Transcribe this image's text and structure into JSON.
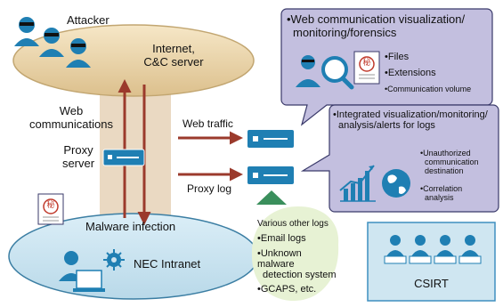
{
  "attacker": {
    "label": "Attacker"
  },
  "internet": {
    "label_line1": "Internet,",
    "label_line2": "C&C server"
  },
  "web_communications": {
    "line1": "Web",
    "line2": "communications"
  },
  "proxy_server": {
    "line1": "Proxy",
    "line2": "server"
  },
  "web_traffic": {
    "label": "Web traffic"
  },
  "proxy_log": {
    "label": "Proxy log"
  },
  "malware": {
    "label": "Malware infection",
    "seal": "秘"
  },
  "intranet": {
    "label": "NEC Intranet"
  },
  "web_panel": {
    "title_line1": "•Web communication visualization/",
    "title_line2": "monitoring/forensics",
    "items": [
      "•Files",
      "•Extensions",
      "•Communication volume"
    ],
    "seal": "秘"
  },
  "log_panel": {
    "title_line1": "•Integrated visualization/monitoring/",
    "title_line2": "analysis/alerts for logs",
    "item1_line1": "•Unauthorized",
    "item1_line2": "communication",
    "item1_line3": "destination",
    "item2_line1": "•Correlation",
    "item2_line2": "analysis"
  },
  "other_logs": {
    "title": "Various other logs",
    "item1": "•Email logs",
    "item2_line1": "•Unknown malware",
    "item2_line2": "detection system",
    "item3": "•GCAPS, etc."
  },
  "csirt": {
    "label": "CSIRT"
  },
  "colors": {
    "panel_fill": "#c3bfdf",
    "panel_stroke": "#3a3a6a",
    "ellipse_top": "#e8d2a8",
    "ellipse_bottom": "#cde3ef",
    "ellipse_bottom_stroke": "#3b7ea3",
    "proxy_channel": "#ead9c2",
    "arrow": "#9b3a2c",
    "server_blue": "#1f7fb3",
    "csirt_fill": "#cfe6f1",
    "csirt_stroke": "#3f8fbf",
    "green": "#3a8f5c",
    "green_bg": "#e7f2d4"
  }
}
